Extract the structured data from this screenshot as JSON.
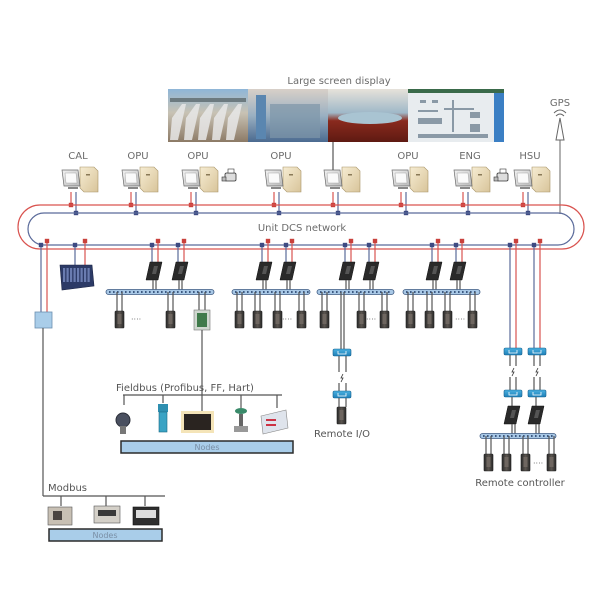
{
  "title": "Unit DCS network architecture",
  "large_screen": {
    "label": "Large screen display"
  },
  "gps": {
    "label": "GPS"
  },
  "network": {
    "label": "Unit DCS network"
  },
  "workstations": [
    {
      "label": "CAL",
      "printer": false
    },
    {
      "label": "OPU",
      "printer": false
    },
    {
      "label": "OPU",
      "printer": true
    },
    {
      "label": "OPU",
      "printer": false
    },
    {
      "label": "",
      "printer": false
    },
    {
      "label": "OPU",
      "printer": false
    },
    {
      "label": "ENG",
      "printer": true
    },
    {
      "label": "HSU",
      "printer": false
    }
  ],
  "fieldbus": {
    "label": "Fieldbus (Profibus, FF, Hart)",
    "devices": [
      "pressure-transmitter",
      "level-transmitter",
      "recorder",
      "control-valve",
      "analyzer"
    ],
    "nodes_label": "Nodes"
  },
  "remote_io": {
    "label": "Remote I/O"
  },
  "remote_controller": {
    "label": "Remote controller"
  },
  "modbus": {
    "label": "Modbus",
    "devices": [
      "meter-1",
      "meter-2",
      "meter-3"
    ],
    "nodes_label": "Nodes"
  },
  "controller_groups": [
    {
      "io_modules": 2,
      "ellipsis": true,
      "fieldbus_module": true
    },
    {
      "io_modules": 4,
      "ellipsis": true
    },
    {
      "io_modules": 3,
      "ellipsis": true
    },
    {
      "io_modules": 4,
      "ellipsis": true
    }
  ],
  "colors": {
    "red_line": "#d9534f",
    "blue_line": "#5a6a9a",
    "node_red": "#c9413c",
    "node_blue": "#3d4a82",
    "nodes_box": "#a9cde9"
  }
}
